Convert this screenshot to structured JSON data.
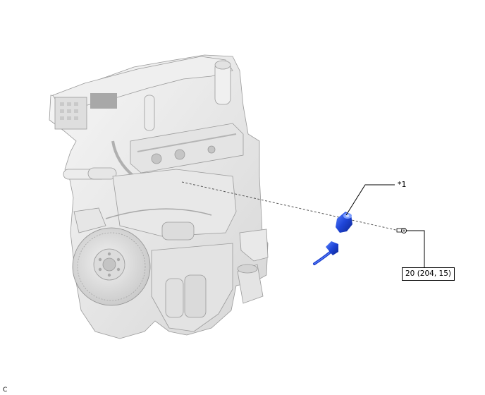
{
  "diagram": {
    "subject": "engine-assembly",
    "callouts": [
      {
        "id": "part-1",
        "label": "*1",
        "color": "#1a3fd0"
      }
    ],
    "torque_spec": {
      "label": "20 (204, 15)"
    },
    "illustration_id": "C",
    "colors": {
      "engine_fill": "#e9e9e9",
      "engine_shade": "#cfcfcf",
      "engine_line": "#9a9a9a",
      "part_blue": "#1a3fd0",
      "part_blue_light": "#4f7bff",
      "leader_line": "#000000",
      "dashed_line": "#555555"
    }
  }
}
